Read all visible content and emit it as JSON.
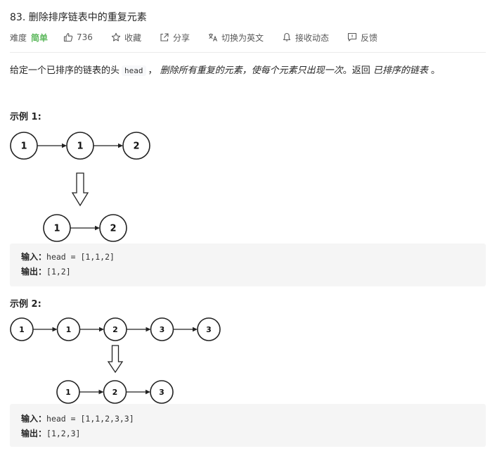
{
  "problem": {
    "title": "83. 删除排序链表中的重复元素",
    "difficulty_label": "难度",
    "difficulty": "简单",
    "likes": "736",
    "favorite_label": "收藏",
    "share_label": "分享",
    "translate_label": "切换为英文",
    "notify_label": "接收动态",
    "feedback_label": "反馈",
    "colors": {
      "easy": "#5cb85c",
      "code_bg": "#f5f5f5"
    }
  },
  "description": {
    "part1": "给定一个已排序的链表的头",
    "code": "head",
    "part2": "，",
    "em1": "删除所有重复的元素，使每个元素只出现一次",
    "part3": "。返回",
    "em2": "已排序的链表",
    "part4": "。"
  },
  "examples": [
    {
      "title": "示例 1:",
      "before": [
        "1",
        "1",
        "2"
      ],
      "after": [
        "1",
        "2"
      ],
      "input_label": "输入：",
      "input": "head = [1,1,2]",
      "output_label": "输出：",
      "output": "[1,2]"
    },
    {
      "title": "示例 2:",
      "before": [
        "1",
        "1",
        "2",
        "3",
        "3"
      ],
      "after": [
        "1",
        "2",
        "3"
      ],
      "input_label": "输入：",
      "input": "head = [1,1,2,3,3]",
      "output_label": "输出：",
      "output": "[1,2,3]"
    }
  ]
}
